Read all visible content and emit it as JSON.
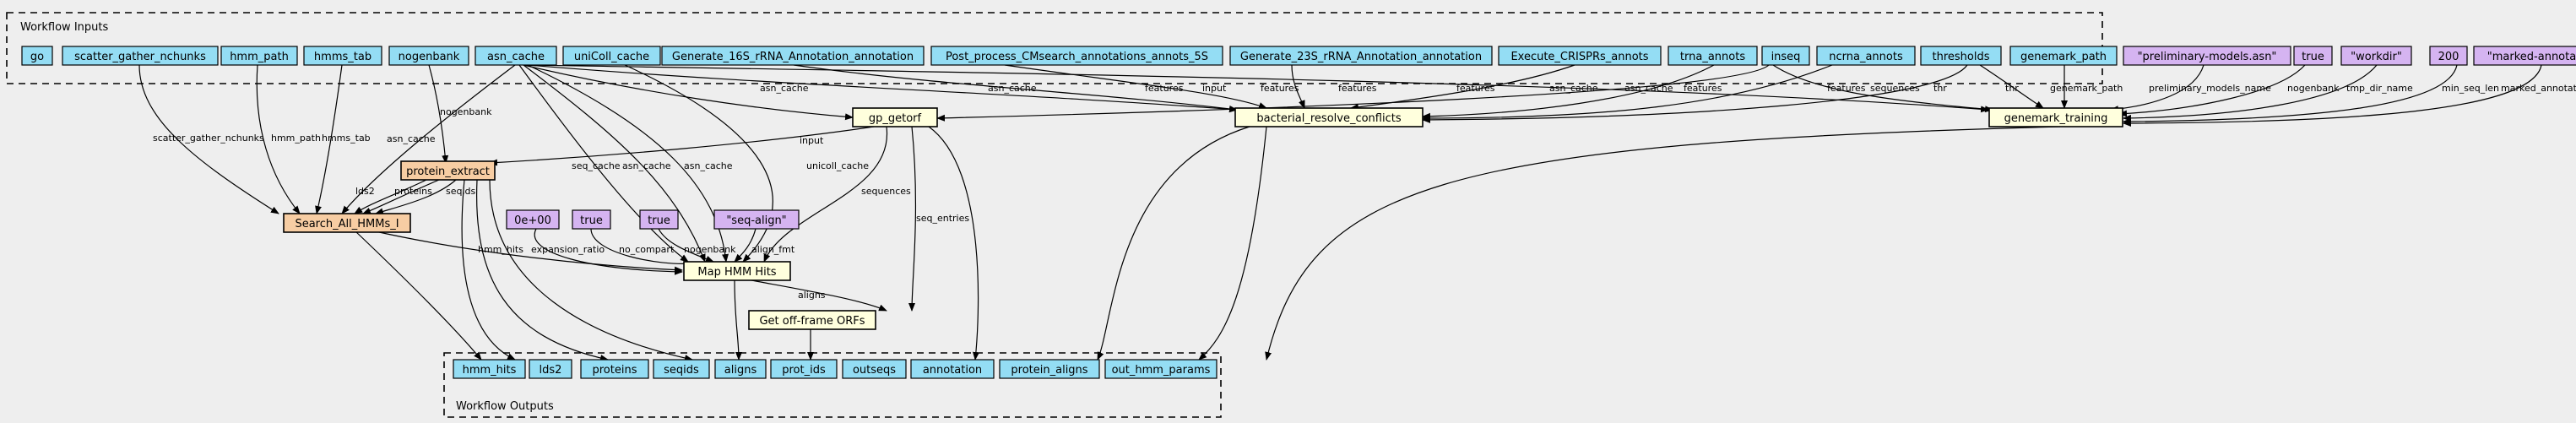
{
  "groups": {
    "inputs": "Workflow Inputs",
    "outputs": "Workflow Outputs"
  },
  "colors": {
    "background": "#eeeeee",
    "io_node": "#94ddf4",
    "step": "#ffffdd",
    "subworkflow": "#f7cda3",
    "default_value": "#d5b4f1",
    "stroke": "#000000"
  },
  "nodes": {
    "go": "go",
    "scatter_gather_nchunks": "scatter_gather_nchunks",
    "hmm_path": "hmm_path",
    "hmms_tab": "hmms_tab",
    "nogenbank": "nogenbank",
    "asn_cache": "asn_cache",
    "uniColl_cache": "uniColl_cache",
    "gen16s": "Generate_16S_rRNA_Annotation_annotation",
    "post5s": "Post_process_CMsearch_annotations_annots_5S",
    "gen23s": "Generate_23S_rRNA_Annotation_annotation",
    "crisprs": "Execute_CRISPRs_annots",
    "trna": "trna_annots",
    "inseq": "inseq",
    "ncrna": "ncrna_annots",
    "thresholds": "thresholds",
    "genemark_path": "genemark_path",
    "d_prelim": "\"preliminary-models.asn\"",
    "d_true1": "true",
    "d_workdir": "\"workdir\"",
    "d_200": "200",
    "d_marked": "\"marked-annotation.asn\"",
    "gp_getorf": "gp_getorf",
    "bacterial": "bacterial_resolve_conflicts",
    "genemark_training": "genemark_training",
    "protein_extract": "protein_extract",
    "search_hmms": "Search_All_HMMs_I",
    "d_0e": "0e+00",
    "d_true2": "true",
    "d_true3": "true",
    "d_seqalign": "\"seq-align\"",
    "map_hmm": "Map HMM Hits",
    "offframe": "Get off-frame ORFs",
    "o_hmm_hits": "hmm_hits",
    "o_lds2": "lds2",
    "o_proteins": "proteins",
    "o_seqids": "seqids",
    "o_aligns": "aligns",
    "o_prot_ids": "prot_ids",
    "o_outseqs": "outseqs",
    "o_annotation": "annotation",
    "o_protein_aligns": "protein_aligns",
    "o_out_hmm_params": "out_hmm_params"
  },
  "edges": {
    "scatter_search": "scatter_gather_nchunks",
    "hmmpath_search": "hmm_path",
    "hmmstab_search": "hmms_tab",
    "nogenbank_protein": "nogenbank",
    "asncache_search": "asn_cache",
    "asncache_gp": "asn_cache",
    "asncache_bact": "asn_cache",
    "asncache_gm": "asn_cache",
    "asncache_map1": "seq_cache",
    "asncache_map2": "asn_cache",
    "asncache_map3": "asn_cache",
    "unicoll_map": "unicoll_cache",
    "f1": "features",
    "f2": "features",
    "f3": "features",
    "f4": "features",
    "f5": "features",
    "f6": "features",
    "inseq_gp": "input",
    "inseq_gm": "sequences",
    "thr_bact": "thr",
    "thr_gm": "thr",
    "gmpath": "genemark_path",
    "prelim": "preliminary_models_name",
    "nogenbank_gm": "nogenbank",
    "tmpdir": "tmp_dir_name",
    "minseq": "min_seq_len",
    "marked": "marked_annotation_name",
    "gp_input": "input",
    "gp_seq": "sequences",
    "gp_entries": "seq_entries",
    "lds2": "lds2",
    "proteins": "proteins",
    "seqids": "seqids",
    "hmm_hits": "hmm_hits",
    "expansion": "expansion_ratio",
    "nocompart": "no_compart",
    "nogenbank_map": "nogenbank",
    "alignfmt": "align_fmt",
    "aligns": "aligns"
  }
}
